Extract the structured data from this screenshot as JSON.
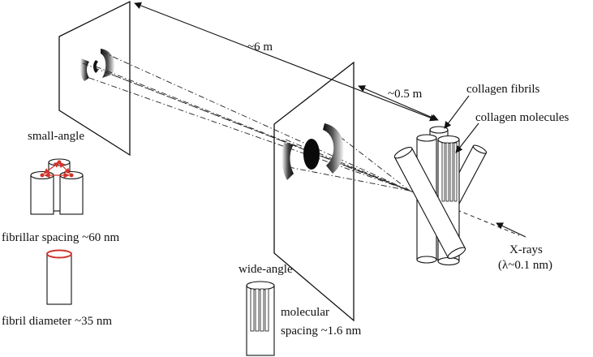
{
  "labels": {
    "distance_long": "~6 m",
    "distance_short": "~0.5 m",
    "collagen_fibrils": "collagen fibrils",
    "collagen_molecules": "collagen molecules",
    "small_angle": "small-angle",
    "wide_angle": "wide-angle",
    "fibrillar_spacing": "fibrillar spacing ~60 nm",
    "fibril_diameter": "fibril diameter ~35 nm",
    "molecular_line1": "molecular",
    "molecular_line2": "spacing ~1.6 nm",
    "xrays_line1": "X-rays",
    "xrays_line2": "(λ~0.1 nm)"
  },
  "colors": {
    "ink": "#111111",
    "accent_red": "#d0342c",
    "background": "#ffffff"
  }
}
